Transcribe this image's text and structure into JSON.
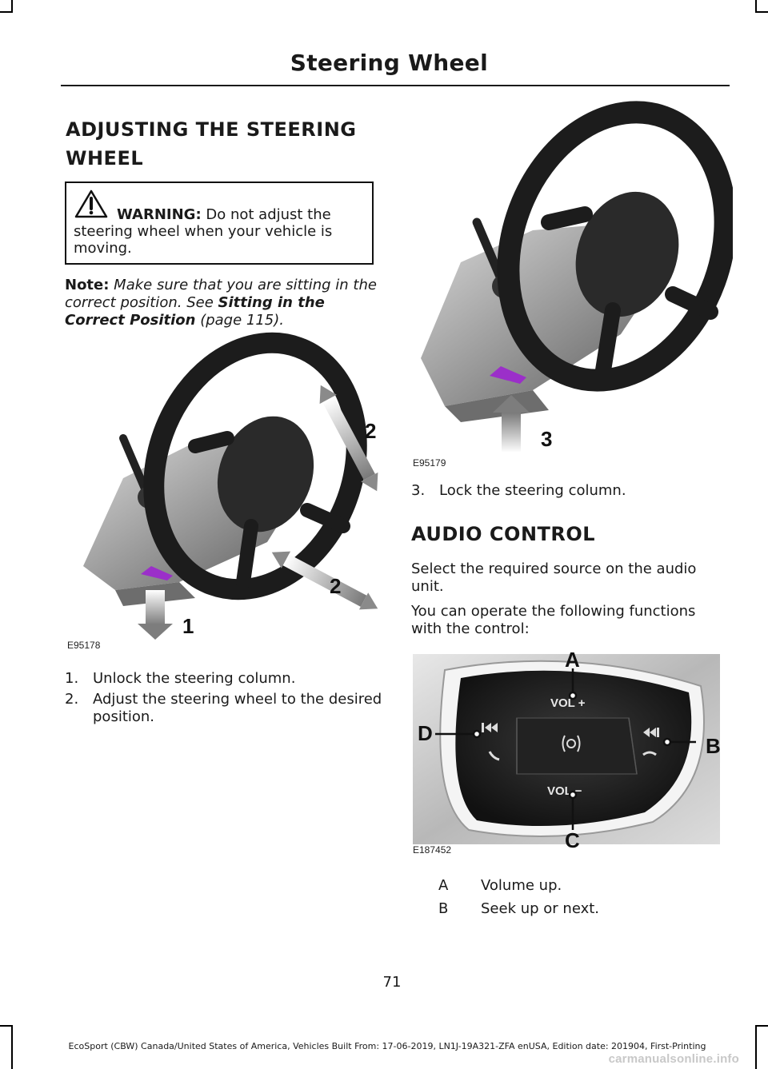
{
  "header": {
    "title": "Steering Wheel"
  },
  "section1": {
    "heading_line1": "ADJUSTING THE STEERING",
    "heading_line2": "WHEEL",
    "warning": {
      "label": "WARNING:",
      "text": " Do not adjust the steering wheel when your vehicle is moving."
    },
    "note": {
      "label": "Note:",
      "text_before": " Make sure that you are sitting in the correct position.  See ",
      "link": "Sitting in the Correct Position",
      "page_ref": " (page 115)."
    },
    "figure1": {
      "code": "E95178",
      "callout_1": "1",
      "callout_2a": "2",
      "callout_2b": "2"
    },
    "steps": [
      {
        "num": "1.",
        "text": "Unlock the steering column."
      },
      {
        "num": "2.",
        "text_line1": "Adjust the steering wheel to the desired",
        "text_line2": "position."
      }
    ]
  },
  "column2": {
    "figure2": {
      "code": "E95179",
      "callout_3": "3"
    },
    "step3": {
      "num": "3.",
      "text": "Lock the steering column."
    },
    "section2": {
      "heading": "AUDIO CONTROL",
      "para1_line1": "Select the required source on the audio",
      "para1_line2": "unit.",
      "para2_line1": "You can operate the following functions",
      "para2_line2": "with the control:"
    },
    "figure3": {
      "code": "E187452",
      "callout_a": "A",
      "callout_b": "B",
      "callout_c": "C",
      "callout_d": "D",
      "vol_plus": "VOL +",
      "vol_minus": "VOL −"
    },
    "legend": [
      {
        "key": "A",
        "value": "Volume up."
      },
      {
        "key": "B",
        "value": "Seek up or next."
      }
    ]
  },
  "page_number": "71",
  "footer": "EcoSport (CBW) Canada/United States of America, Vehicles Built From: 17-06-2019, LN1J-19A321-ZFA enUSA, Edition date: 201904, First-Printing",
  "watermark": "carmanualsonline.info",
  "colors": {
    "lever": "#9b2fc9",
    "arrow": "#8a8a8a",
    "wheel": "#1c1c1c"
  }
}
